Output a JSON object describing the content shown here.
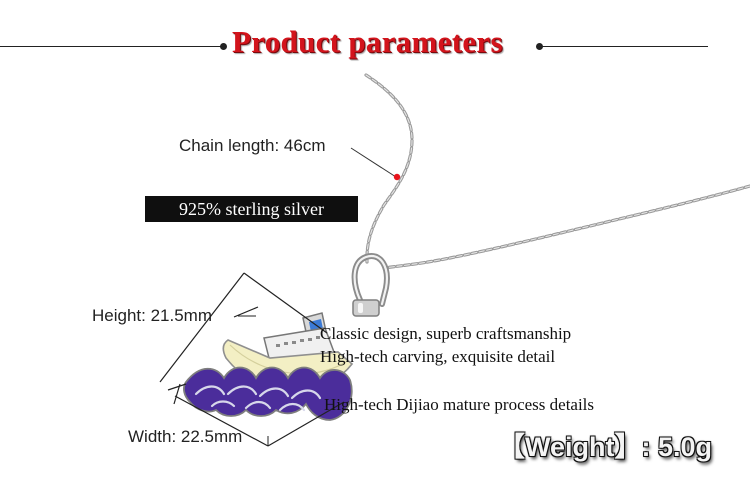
{
  "header": {
    "title": "Product parameters"
  },
  "specs": {
    "chain_length": "Chain length: 46cm",
    "material": "925% sterling silver",
    "height": "Height:  21.5mm",
    "width": "Width:  22.5mm",
    "weight": "【Weight】: 5.0g"
  },
  "features": {
    "line1": "Classic design, superb craftsmanship",
    "line2": "High-tech carving, exquisite detail",
    "line3": "High-tech Dijiao mature process details"
  },
  "colors": {
    "title_red": "#d3141c",
    "marker_red": "#e8141c",
    "enamel_cream": "#f3efc4",
    "enamel_purple": "#4b2d9b",
    "enamel_blue": "#3b7ad6"
  }
}
